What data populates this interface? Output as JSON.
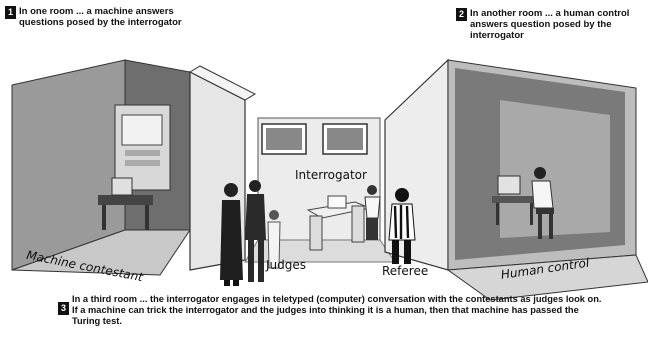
{
  "captions": {
    "step1_number": "1",
    "step1_text": "In one room ... a machine answers questions posed by the interrogator",
    "step2_number": "2",
    "step2_text": "In another room ... a human control answers question posed by the interrogator",
    "step3_number": "3",
    "step3_text": "In a third room ... the interrogator engages in teletyped (computer) conversation with the contestants as judges look on. If a machine can trick the interrogator and the judges into thinking it is a human, then that machine has passed the Turing test."
  },
  "labels": {
    "interrogator": "Interrogator",
    "judges": "Judges",
    "referee": "Referee",
    "machine_contestant": "Machine contestant",
    "human_control": "Human control"
  }
}
